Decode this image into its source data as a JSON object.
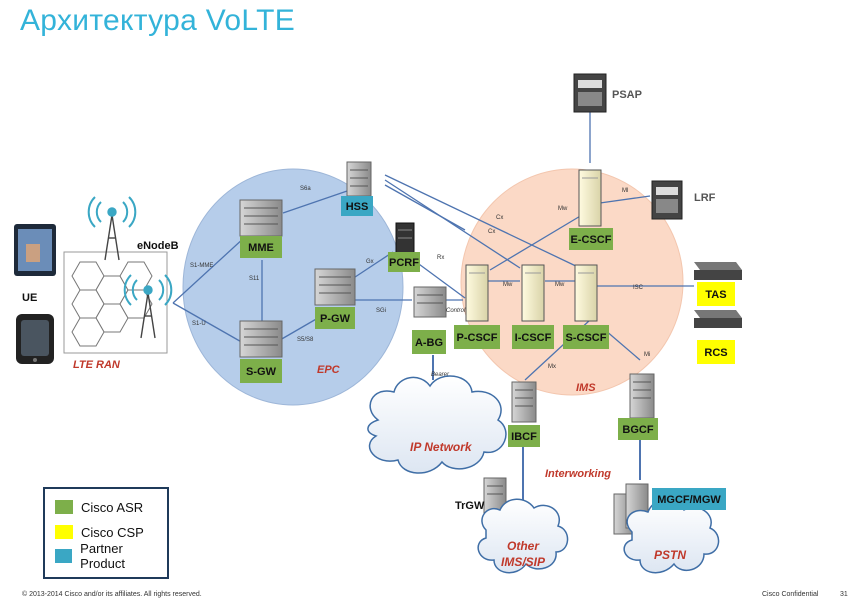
{
  "title": "Архитектура VoLTE",
  "colors": {
    "cisco_asr": "#7daf4a",
    "cisco_csp": "#ffff00",
    "partner_product": "#3aa7c4",
    "epc_bg": "#b6cdea",
    "ims_bg": "#fbd9c6",
    "line": "#4e74b0"
  },
  "regions": {
    "epc": "EPC",
    "ims": "IMS",
    "lte_ran": "LTE RAN",
    "interworking": "Interworking"
  },
  "nodes": {
    "mme": "MME",
    "sgw": "S-GW",
    "pgw": "P-GW",
    "hss": "HSS",
    "pcrf": "PCRF",
    "abg": "A-BG",
    "pcscf": "P-CSCF",
    "icscf": "I-CSCF",
    "scscf": "S-CSCF",
    "ecscf": "E-CSCF",
    "ibcf": "IBCF",
    "bgcf": "BGCF",
    "mgcf": "MGCF/MGW",
    "tas": "TAS",
    "rcs": "RCS",
    "psap": "PSAP",
    "lrf": "LRF",
    "trgw": "TrGW",
    "enodeb": "eNodeB",
    "ue": "UE"
  },
  "clouds": {
    "ip_network": "IP Network",
    "other_line1": "Other",
    "other_line2": "IMS/SIP",
    "pstn": "PSTN"
  },
  "interfaces": {
    "s6a": "S6a",
    "s1mme": "S1-MME",
    "s11": "S11",
    "s1u": "S1-U",
    "s5s8": "S5/S8",
    "gx": "Gx",
    "rx": "Rx",
    "sgi": "SGi",
    "control": "Control",
    "bearer": "Bearer",
    "cx1": "Cx",
    "cx2": "Cx",
    "mw1": "Mw",
    "mw2": "Mw",
    "mw3": "Mw",
    "ml": "Ml",
    "isc": "ISC",
    "mi": "Mi",
    "mx": "Mx"
  },
  "legend": [
    {
      "label": "Cisco ASR",
      "color": "#7daf4a"
    },
    {
      "label": "Cisco CSP",
      "color": "#ffff00"
    },
    {
      "label": "Partner Product",
      "color": "#3aa7c4"
    }
  ],
  "footer": {
    "copyright": "© 2013-2014  Cisco and/or its affiliates. All rights reserved.",
    "confidential": "Cisco Confidential",
    "page": "31"
  }
}
